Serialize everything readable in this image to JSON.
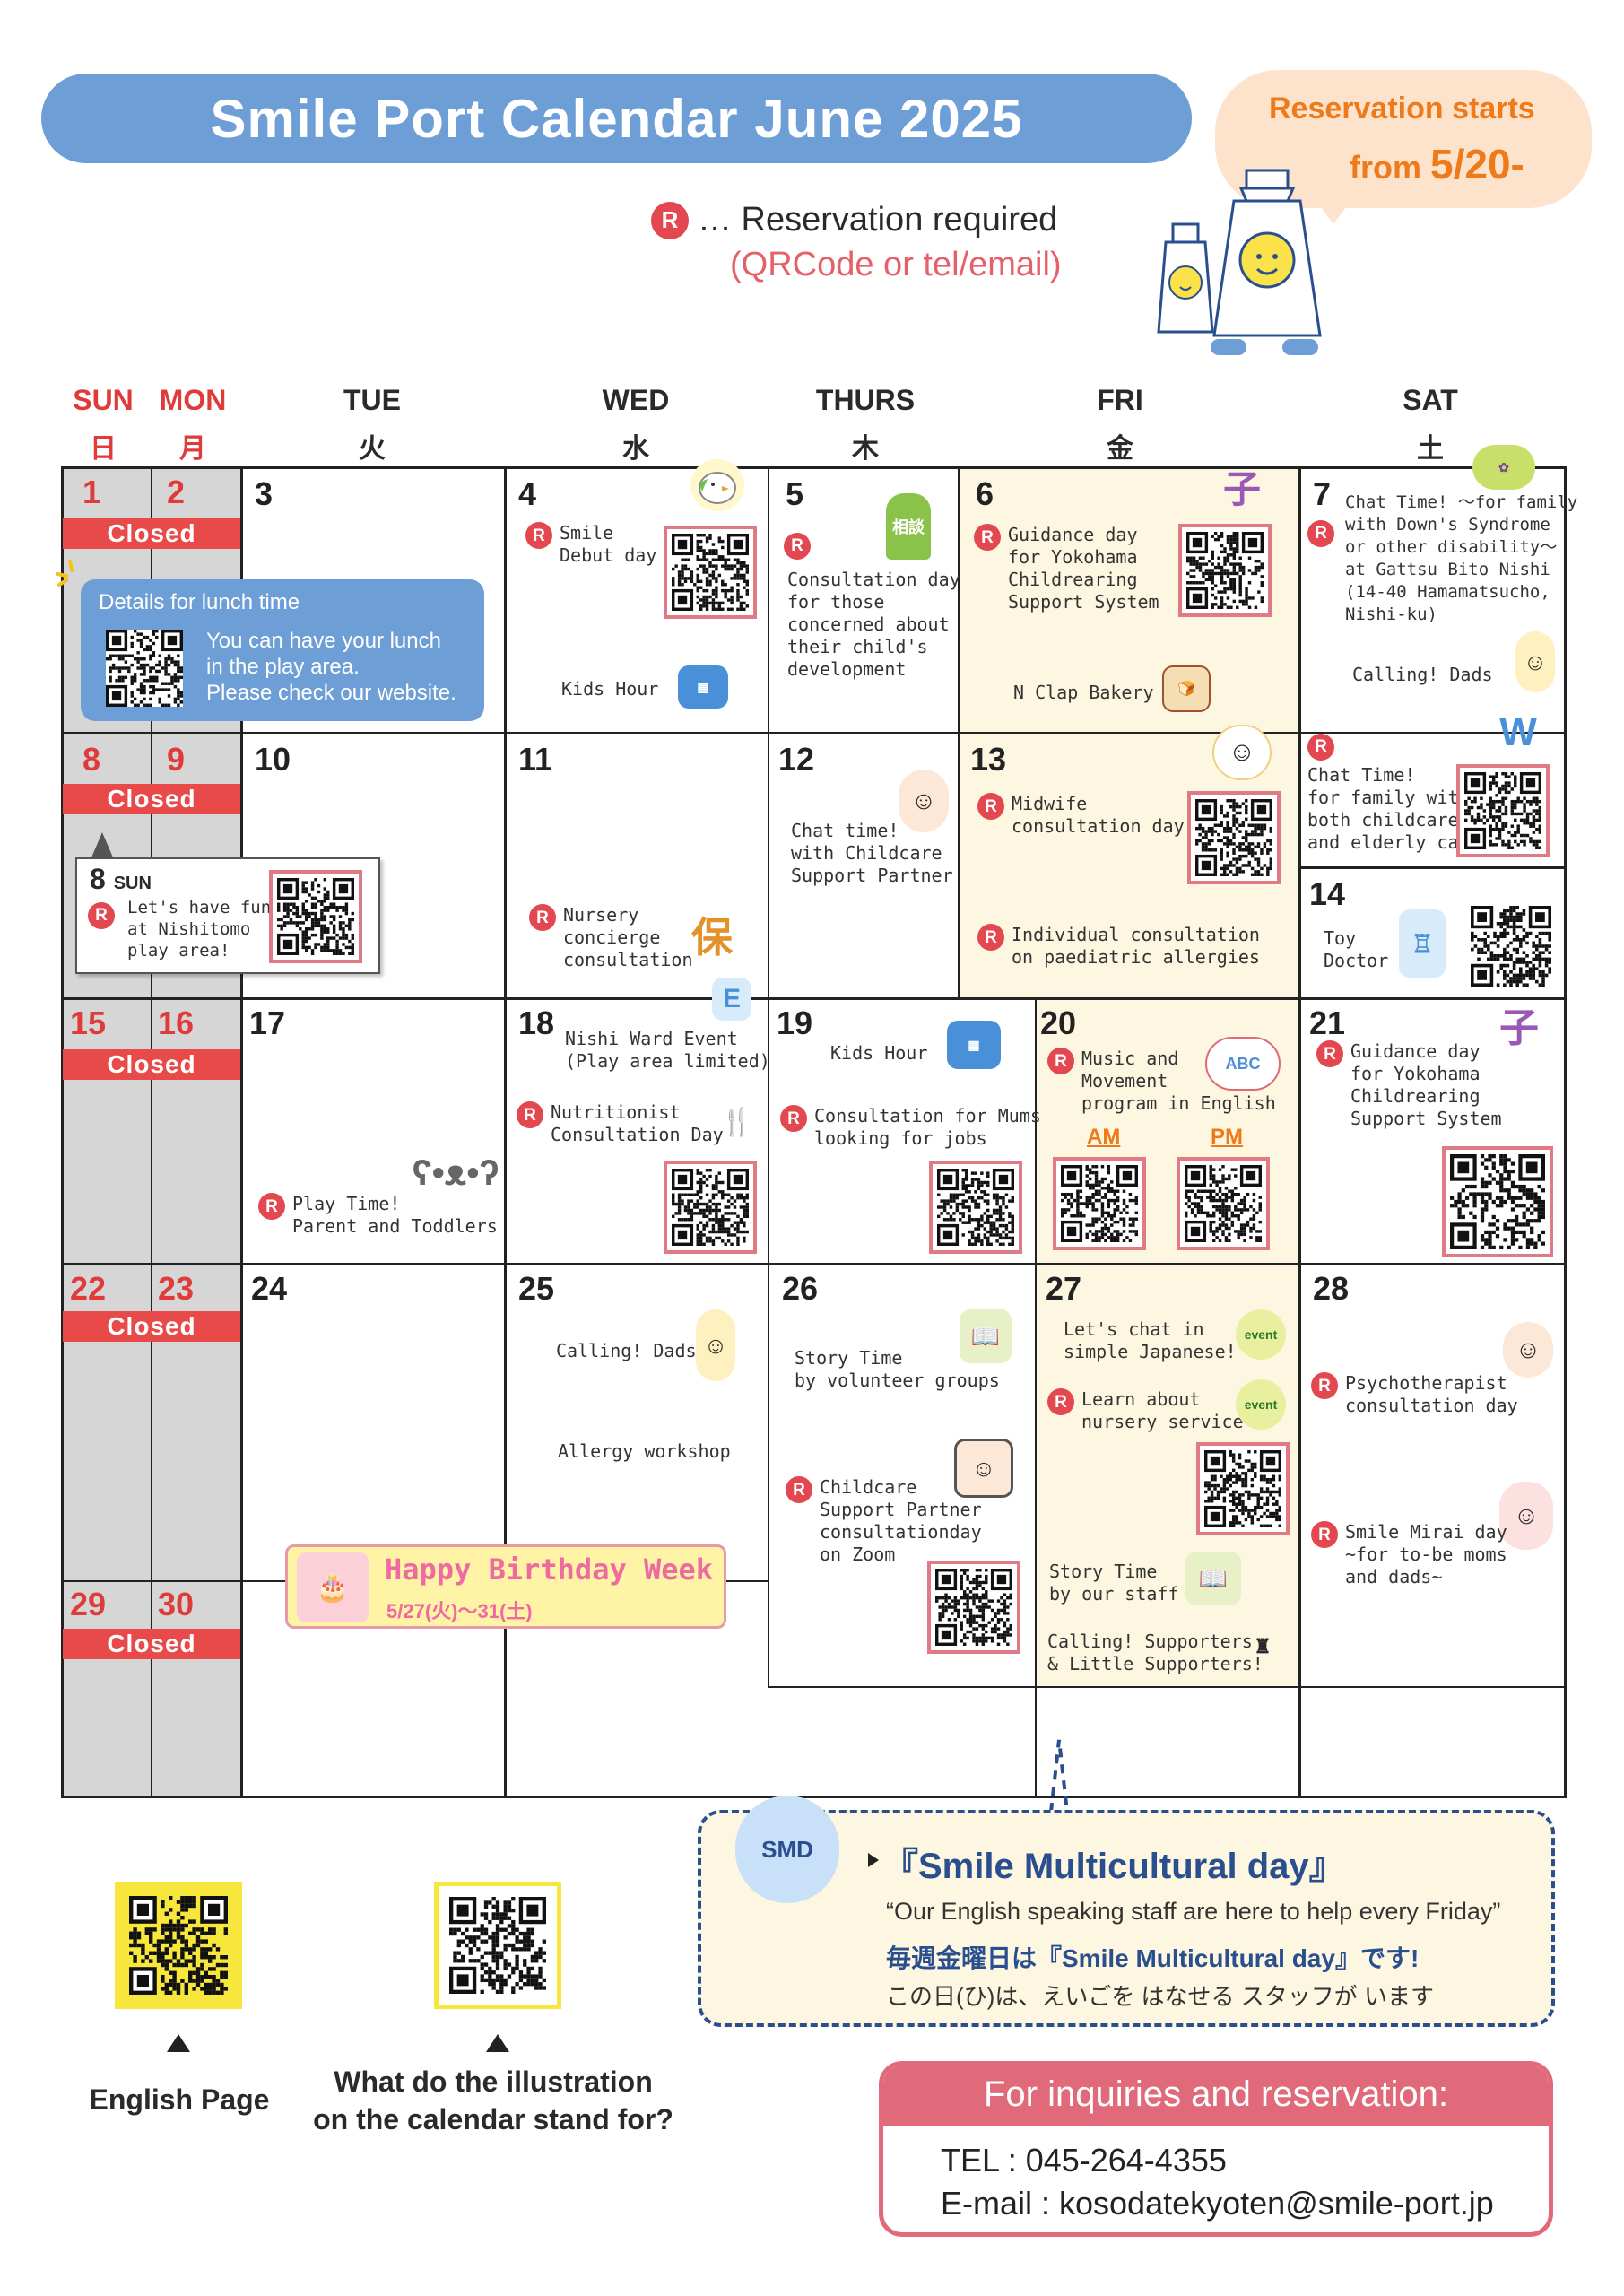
{
  "header": {
    "title": "Smile Port Calendar  June 2025",
    "reservation_line1": "Reservation starts",
    "reservation_prefix": "from ",
    "reservation_date": "5/20-"
  },
  "legend": {
    "mark": "R",
    "text": "… Reservation required",
    "sub": "(QRCode or tel/email)"
  },
  "days": [
    {
      "en": "SUN",
      "jp": "日"
    },
    {
      "en": "MON",
      "jp": "月"
    },
    {
      "en": "TUE",
      "jp": "火"
    },
    {
      "en": "WED",
      "jp": "水"
    },
    {
      "en": "THURS",
      "jp": "木"
    },
    {
      "en": "FRI",
      "jp": "金"
    },
    {
      "en": "SAT",
      "jp": "土"
    }
  ],
  "closed_label": "Closed",
  "dates": {
    "d1": "1",
    "d2": "2",
    "d3": "3",
    "d4": "4",
    "d5": "5",
    "d6": "6",
    "d7": "7",
    "d8": "8",
    "d9": "9",
    "d10": "10",
    "d11": "11",
    "d12": "12",
    "d13": "13",
    "d14": "14",
    "d15": "15",
    "d16": "16",
    "d17": "17",
    "d18": "18",
    "d19": "19",
    "d20": "20",
    "d21": "21",
    "d22": "22",
    "d23": "23",
    "d24": "24",
    "d25": "25",
    "d26": "26",
    "d27": "27",
    "d28": "28",
    "d29": "29",
    "d30": "30"
  },
  "lunch": {
    "title": "Details for lunch time",
    "text": "You can have your lunch\nin the play area.\nPlease check our website."
  },
  "sun8": {
    "num": "8",
    "day": "SUN",
    "text": "Let's have fun\nat Nishitomo\nplay area!"
  },
  "events": {
    "e4a": "Smile\nDebut day",
    "e4b": "Kids Hour",
    "e5a": "Consultation day\nfor those\nconcerned about\ntheir child's\ndevelopment",
    "e6a": "Guidance day\nfor Yokohama\nChildrearing\nSupport System",
    "e6b": "N Clap Bakery",
    "e7a": "Chat Time! ～for family\nwith Down's Syndrome\nor other disability～\nat Gattsu Bito Nishi\n(14-40 Hamamatsucho,\nNishi-ku)",
    "e7b": "Calling! Dads",
    "e7c": "Chat Time!\nfor family with\nboth childcare\nand elderly care",
    "e11a": "Nursery\nconcierge\nconsultation",
    "e12a": "Chat time!\nwith Childcare\nSupport Partner",
    "e13a": "Midwife\nconsultation day",
    "e13b": "Individual consultation\non paediatric allergies",
    "e14a": "Toy\nDoctor",
    "e17a": "Play Time!\nParent and Toddlers",
    "e18a": "Nishi Ward Event\n(Play area limited)",
    "e18b": "Nutritionist\nConsultation Day",
    "e19a": "Kids Hour",
    "e19b": "Consultation for Mums\nlooking for jobs",
    "e20a": "Music and\nMovement\nprogram in English",
    "e20am": "AM",
    "e20pm": "PM",
    "e21a": "Guidance day\nfor Yokohama\nChildrearing\nSupport System",
    "e25a": "Calling! Dads",
    "e25b": "Allergy workshop",
    "e26a": "Story Time\nby volunteer groups",
    "e26b": "Childcare\nSupport Partner\nconsultationday\non Zoom",
    "e27a": "Let's chat in\nsimple Japanese!",
    "e27b": "Learn about\nnursery service",
    "e27c": "Story Time\nby our staff",
    "e27d": "Calling! Supporters\n& Little Supporters!",
    "e28a": "Psychotherapist\nconsultation day",
    "e28b": "Smile Mirai day\n~for to-be moms\n and dads~"
  },
  "icon_labels": {
    "event": "event",
    "smd": "SMD",
    "consult_jp": "相談",
    "nursery_jp": "保"
  },
  "birthday": {
    "title": "Happy Birthday Week",
    "dates": "5/27(火)～31(土)"
  },
  "smd_box": {
    "title": "『Smile Multicultural day』",
    "quote": "“Our English speaking staff are here to help every Friday”",
    "jp_bold": "毎週金曜日は『Smile Multicultural day』です!",
    "jp_line": "この日(ひ)は、えいごを はなせる スタッフが います"
  },
  "bottom": {
    "english_page": "English Page",
    "illustration": "What do the illustration\non the calendar stand for?"
  },
  "inquiry": {
    "header": "For inquiries and reservation:",
    "tel": "TEL : 045-264-4355",
    "email": "E-mail : kosodatekyoten@smile-port.jp"
  },
  "colors": {
    "title_bg": "#6d9fd6",
    "closed_red": "#e84a4a",
    "reservation_orange": "#ee7a1a",
    "qr_border": "#e07a85",
    "friday_bg": "#fdf6e0",
    "sunday_gray": "#d6d6d6",
    "smd_navy": "#2a4f8e"
  }
}
